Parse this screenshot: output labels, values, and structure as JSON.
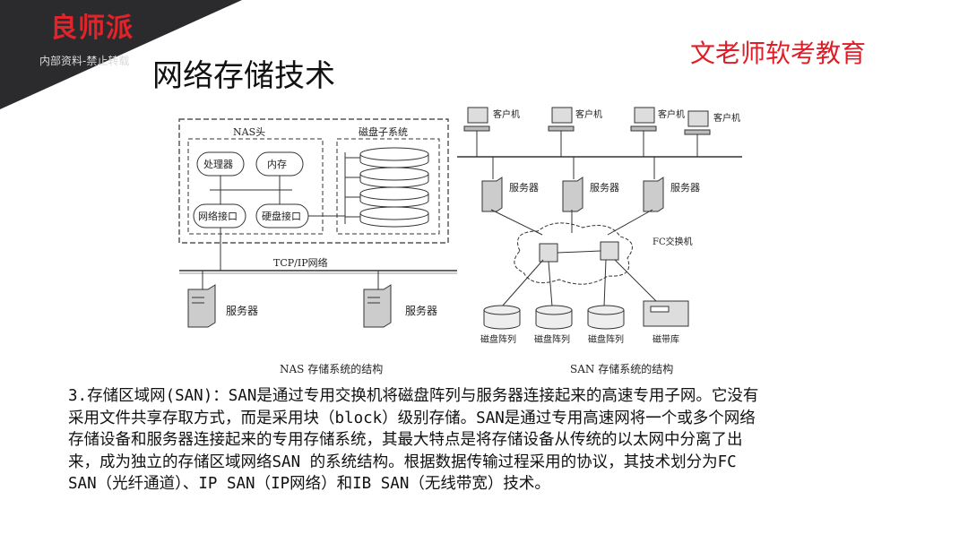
{
  "header": {
    "brand": "良师派",
    "watermark": "内部资料-禁止转载",
    "title": "网络存储技术",
    "org": "文老师软考教育"
  },
  "nas": {
    "head_label": "NAS头",
    "cpu": "处理器",
    "memory": "内存",
    "net_if": "网络接口",
    "disk_if": "硬盘接口",
    "disk_subsystem": "磁盘子系统",
    "network": "TCP/IP网络",
    "server1": "服务器",
    "server2": "服务器",
    "caption": "NAS 存储系统的结构"
  },
  "san": {
    "clients": [
      "客户机",
      "客户机",
      "客户机",
      "客户机"
    ],
    "servers": [
      "服务器",
      "服务器",
      "服务器"
    ],
    "fc_switch": "FC交换机",
    "arrays": [
      "磁盘阵列",
      "磁盘阵列",
      "磁盘阵列"
    ],
    "tape": "磁带库",
    "caption": "SAN 存储系统的结构"
  },
  "body": {
    "lines": [
      "3.存储区域网(SAN)：SAN是通过专用交换机将磁盘阵列与服务器连接起来的高速专用子网。它没有",
      "采用文件共享存取方式，而是采用块（block）级别存储。SAN是通过专用高速网将一个或多个网络",
      "存储设备和服务器连接起来的专用存储系统，其最大特点是将存储设备从传统的以太网中分离了出",
      "来，成为独立的存储区域网络SAN 的系统结构。根据数据传输过程采用的协议，其技术划分为FC",
      "SAN（光纤通道）、IP SAN（IP网络）和IB SAN（无线带宽）技术。"
    ]
  }
}
